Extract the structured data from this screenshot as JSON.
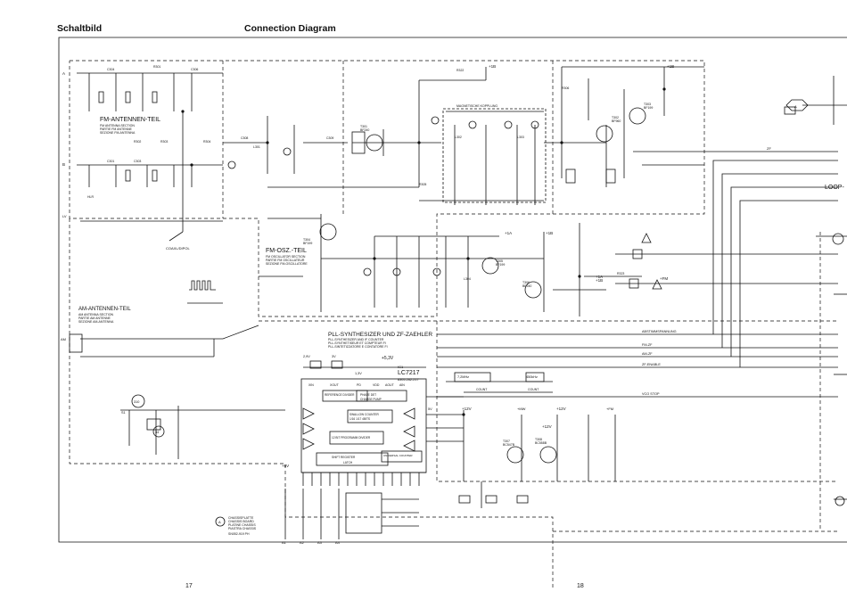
{
  "header": {
    "left_title": "Schaltbild",
    "right_title": "Connection Diagram"
  },
  "pages": {
    "left": "17",
    "right": "18"
  },
  "sections": {
    "fm_antenna": {
      "title": "FM-ANTENNEN-TEIL",
      "sub": [
        "FM ANTENNA SECTION",
        "PARTIE FM ANTENNE",
        "SEZIONE FM-ANTENNA"
      ]
    },
    "fm_osc": {
      "title": "FM-OSZ.-TEIL",
      "sub": [
        "FM OSCILLATOR SECTION",
        "PARTIE FM OSCILLATEUR",
        "SEZIONE FM-OSCILLATORE"
      ]
    },
    "am_antenna": {
      "title": "AM-ANTENNEN-TEIL",
      "sub": [
        "AM ANTENNA SECTION",
        "PARTIE AM ANTENNE",
        "SEZIONE AM-ANTENNA"
      ]
    },
    "pll": {
      "title": "PLL-SYNTHESIZER UND ZF-ZAEHLER",
      "sub": [
        "PLL-SYNTHESIZER AND IF COUNTER",
        "PLL-SYNTHETISEUR ET COMPTEUR FI",
        "PLL-SINTETIZZATORE E CONTATORE FI"
      ]
    },
    "magnetic": "MAGNETISCHE KOPPLUNG",
    "loop": "LOOP-"
  },
  "ic": {
    "name": "LC7217",
    "part": "8305-262-217",
    "ic_label": "IC1",
    "blocks": {
      "reference_divider": "REFERENCE DIVIDER",
      "phase_det": "PHASE DET",
      "charge_pump": "CHARGE PUMP",
      "swallow_counter": "SWALLOW COUNTER",
      "swallow_sub": "1/16 1/17 4BITS",
      "programmable_divider": "12 BIT PROGRAMM DIVIDER",
      "shift_register": "SHIFT REGISTER",
      "latch": "LATCH",
      "universal_counter": "UNIVERSAL COUNTER"
    },
    "pins": [
      "XIN",
      "XOUT",
      "PD",
      "VDD",
      "AOUT",
      "AIN"
    ]
  },
  "signals": {
    "abstimm": "ABSTIMMSPANNUNG",
    "fm_zf": "FM-ZF",
    "am_zf": "AM-ZF",
    "zf_enable": "ZF-ENABLE",
    "vco_stop": "VCO STOP",
    "zf": "ZF",
    "count": "COUNT",
    "plus_fm": "+FM",
    "plus_mw": "+MW",
    "plus_1a": "+1A",
    "plus_1b": "+1B",
    "plus_5v3": "+5,3V",
    "plus_12v": "+12V",
    "plus_6v": "+6V"
  },
  "crystals": {
    "xtal1": "7,2MHz",
    "xtal2": "450kHz"
  },
  "transistors": [
    {
      "ref": "T301",
      "part": "BF240"
    },
    {
      "ref": "T302",
      "part": "BF960"
    },
    {
      "ref": "T303",
      "part": "BF199"
    },
    {
      "ref": "T304",
      "part": "BF199"
    },
    {
      "ref": "T305",
      "part": "BF199"
    },
    {
      "ref": "T306",
      "part": "BF240"
    },
    {
      "ref": "T307",
      "part": "BC547B"
    },
    {
      "ref": "T308",
      "part": "BC558B"
    }
  ],
  "components": {
    "antenna_caps": [
      "C304",
      "C306",
      "C301",
      "C303",
      "C308",
      "C309"
    ],
    "resistors": [
      "R301",
      "R302",
      "R303",
      "R304",
      "R305",
      "R306",
      "R322",
      "R323"
    ],
    "coils": [
      "L301",
      "L302",
      "L303",
      "L304"
    ],
    "inputs": {
      "a": "A",
      "b": "B",
      "lv": "LV",
      "am": "AM",
      "hlr": "HLR"
    },
    "coax": "COAXL/DIPOL",
    "chassis_note": [
      "CHASSISPLATTE",
      "CHASSIS BOARD",
      "PLATINE CHASSIS",
      "PIASTRA CHASSIS"
    ],
    "chassis_part": "SN052-919 PH",
    "chassis_marker": "A",
    "address_pins": [
      "A1",
      "A2",
      "A3",
      "A4"
    ],
    "voltages": [
      "2,9V",
      "3V",
      "5V",
      "1,3V"
    ],
    "mark_310": "310",
    "mark_34": "34",
    "mark_s1": "S1",
    "mark_hex": "A"
  }
}
